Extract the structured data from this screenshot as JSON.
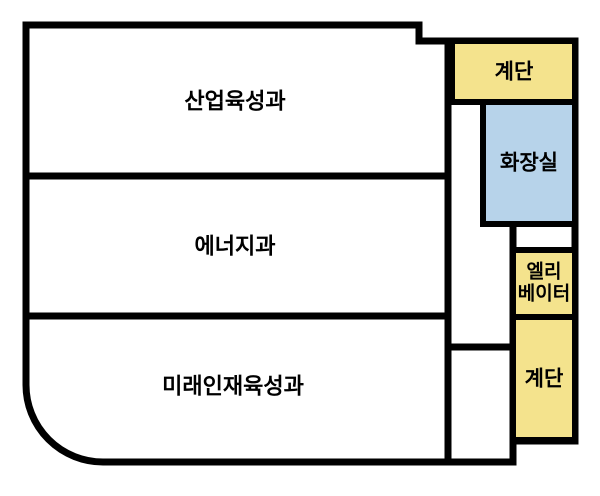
{
  "floor_plan": {
    "colors": {
      "wall": "#000000",
      "stairs_fill": "#F4E38D",
      "restroom_fill": "#B7D3EA",
      "elevator_fill": "#F4E38D",
      "background": "#FFFFFF"
    },
    "rooms": [
      {
        "label": "산업육성과"
      },
      {
        "label": "에너지과"
      },
      {
        "label": "미래인재육성과"
      }
    ],
    "facilities": {
      "stairs_top": {
        "label": "계단"
      },
      "restroom": {
        "label": "화장실"
      },
      "elevator": {
        "lines": [
          "엘리",
          "베이터"
        ]
      },
      "stairs_bottom": {
        "label": "계단"
      }
    }
  }
}
